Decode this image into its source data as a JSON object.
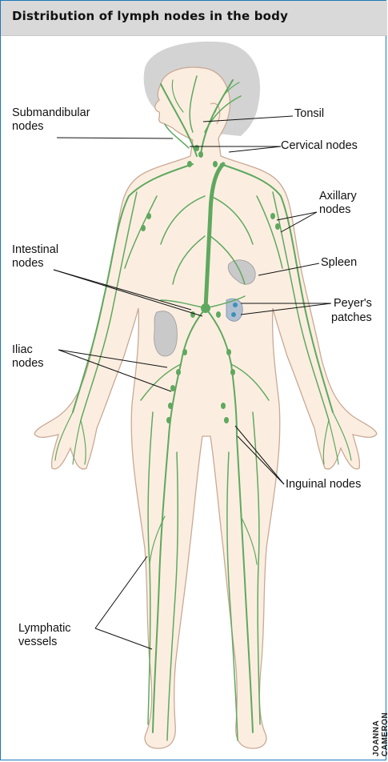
{
  "title": "Distribution of lymph nodes in the body",
  "labels": {
    "submandibular_1": "Submandibular",
    "submandibular_2": "nodes",
    "tonsil": "Tonsil",
    "cervical": "Cervical nodes",
    "axillary_1": "Axillary",
    "axillary_2": "nodes",
    "intestinal_1": "Intestinal",
    "intestinal_2": "nodes",
    "spleen": "Spleen",
    "peyers_1": "Peyer's",
    "peyers_2": "patches",
    "iliac_1": "Iliac",
    "iliac_2": "nodes",
    "inguinal": "Inguinal nodes",
    "lymphatic_1": "Lymphatic",
    "lymphatic_2": "vessels"
  },
  "credit": "JOANNA CAMERON",
  "colors": {
    "skin": "#fbeee0",
    "vessel": "#5fa85f",
    "hair": "#d3d3d3",
    "organ": "#c9c9c9",
    "accent_border": "#1b79b8"
  }
}
